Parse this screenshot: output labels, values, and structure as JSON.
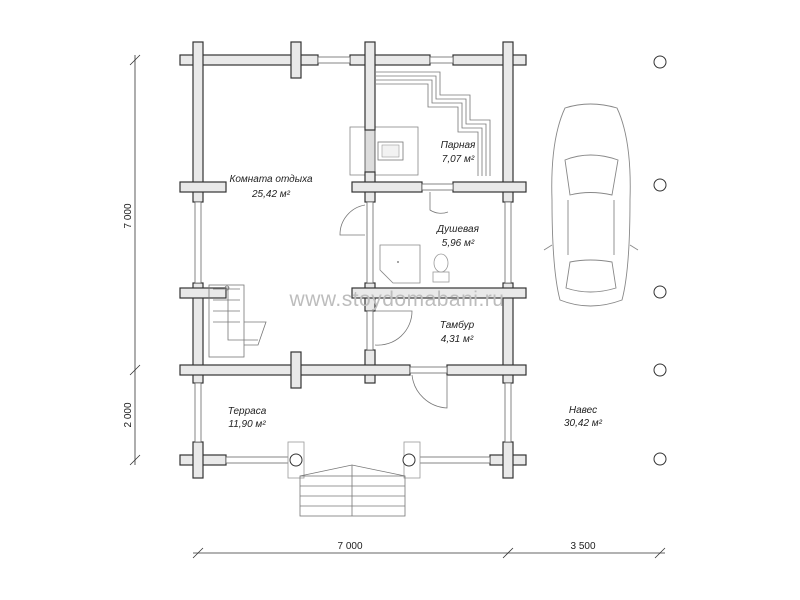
{
  "rooms": {
    "rest_room": {
      "name": "Комната отдыха",
      "area": "25,42 м²"
    },
    "steam_room": {
      "name": "Парная",
      "area": "7,07 м²"
    },
    "shower": {
      "name": "Душевая",
      "area": "5,96 м²"
    },
    "vestibule": {
      "name": "Тамбур",
      "area": "4,31 м²"
    },
    "terrace": {
      "name": "Терраса",
      "area": "11,90 м²"
    },
    "carport": {
      "name": "Навес",
      "area": "30,42 м²"
    }
  },
  "dimensions": {
    "height_main": "7 000",
    "height_terrace": "2 000",
    "width_main": "7 000",
    "width_carport": "3 500"
  },
  "watermark": "www.stoydomabani.ru"
}
